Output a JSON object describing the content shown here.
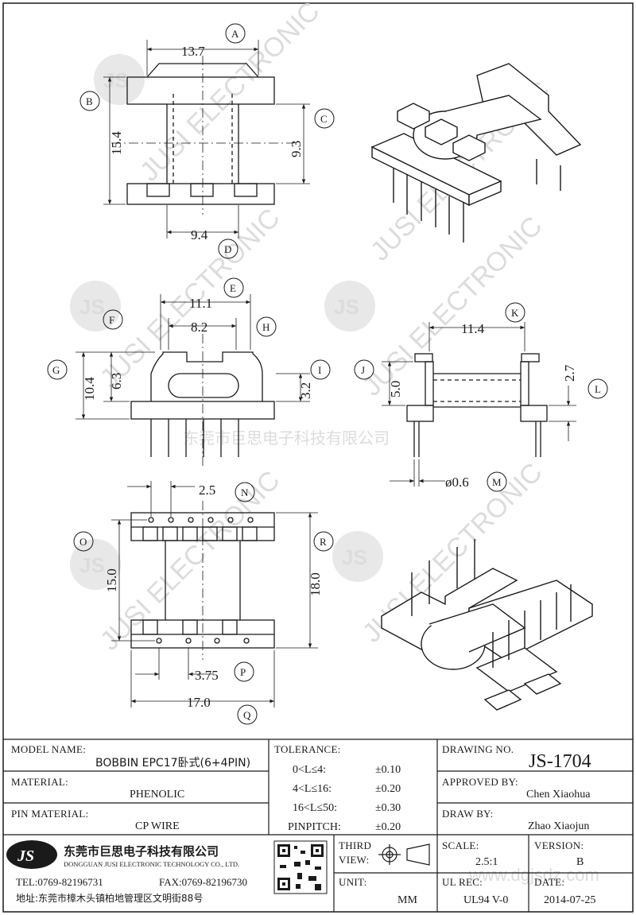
{
  "watermark": {
    "brand_text": "JUSI ELECTRONIC",
    "logo_text": "JS",
    "overlay_cn": "东莞市巨思电子科技有限公司",
    "url": "www.dgjsdz.com"
  },
  "dimensions": {
    "top_view": {
      "width": "13.7",
      "height": "15.4",
      "inner": "9.3",
      "base": "9.4",
      "labels": [
        "A",
        "B",
        "C",
        "D"
      ]
    },
    "front_view": {
      "w1": "11.1",
      "w2": "8.2",
      "h1": "10.4",
      "h2": "6.3",
      "h3": "3.2",
      "labels": [
        "E",
        "F",
        "G",
        "H",
        "I"
      ]
    },
    "side_view": {
      "w": "11.4",
      "h1": "5.0",
      "h2": "2.7",
      "pin": "ø0.6",
      "labels": [
        "J",
        "K",
        "L",
        "M"
      ]
    },
    "bottom_view": {
      "pitch": "2.5",
      "h1": "15.0",
      "h2": "18.0",
      "w1": "3.75",
      "w2": "17.0",
      "labels": [
        "N",
        "O",
        "P",
        "Q",
        "R"
      ]
    }
  },
  "title_block": {
    "model_name_label": "MODEL NAME:",
    "model_name_value": "BOBBIN EPC17卧式(6+4PIN)",
    "material_label": "MATERIAL:",
    "material_value": "PHENOLIC",
    "pin_material_label": "PIN MATERIAL:",
    "pin_material_value": "CP WIRE",
    "tolerance_label": "TOLERANCE:",
    "tolerances": [
      {
        "range": "0<L≤4:",
        "value": "±0.10"
      },
      {
        "range": "4<L≤16:",
        "value": "±0.20"
      },
      {
        "range": "16<L≤50:",
        "value": "±0.30"
      },
      {
        "range": "PINPITCH:",
        "value": "±0.20"
      }
    ],
    "drawing_no_label": "DRAWING NO.",
    "drawing_no_value": "JS-1704",
    "approved_by_label": "APPROVED BY:",
    "approved_by_value": "Chen Xiaohua",
    "draw_by_label": "DRAW BY:",
    "draw_by_value": "Zhao Xiaojun",
    "company_cn": "东莞市巨思电子科技有限公司",
    "company_en": "DONGGUAN JUSI ELECTRONIC TECHNOLOGY CO., LTD.",
    "tel": "TEL:0769-82196731",
    "fax": "FAX:0769-82196730",
    "address": "地址:东莞市樟木头镇柏地管理区文明街88号",
    "third_view_label_1": "THIRD",
    "third_view_label_2": "VIEW:",
    "unit_label": "UNIT:",
    "unit_value": "MM",
    "scale_label": "SCALE:",
    "scale_value": "2.5:1",
    "version_label": "VERSION:",
    "version_value": "B",
    "ul_rec_label": "UL REC:",
    "ul_rec_value": "UL94 V-0",
    "date_label": "DATE:",
    "date_value": "2014-07-25"
  }
}
